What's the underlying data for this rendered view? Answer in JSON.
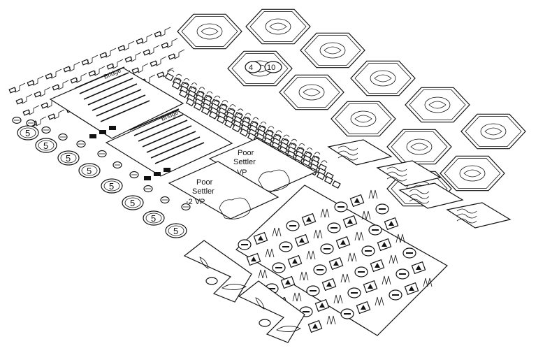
{
  "colors": {
    "ink": "#111111",
    "paper": "#ffffff"
  },
  "cards": {
    "card_1": {
      "heading": "Bridge"
    },
    "card_2": {
      "heading": "Bridge"
    }
  },
  "penalty_tokens": [
    {
      "line1": "Poor",
      "line2": "Settler",
      "line3": "-2 VP"
    },
    {
      "line1": "Poor",
      "line2": "Settler",
      "line3": "-2 VP"
    }
  ],
  "coin_value": "5",
  "tile_numbers": {
    "a": "4",
    "b": "10"
  },
  "icons": [
    "fish-icon",
    "pagoda-icon",
    "wave-icon",
    "lantern-icon",
    "bridge-icon",
    "coin-icon"
  ]
}
